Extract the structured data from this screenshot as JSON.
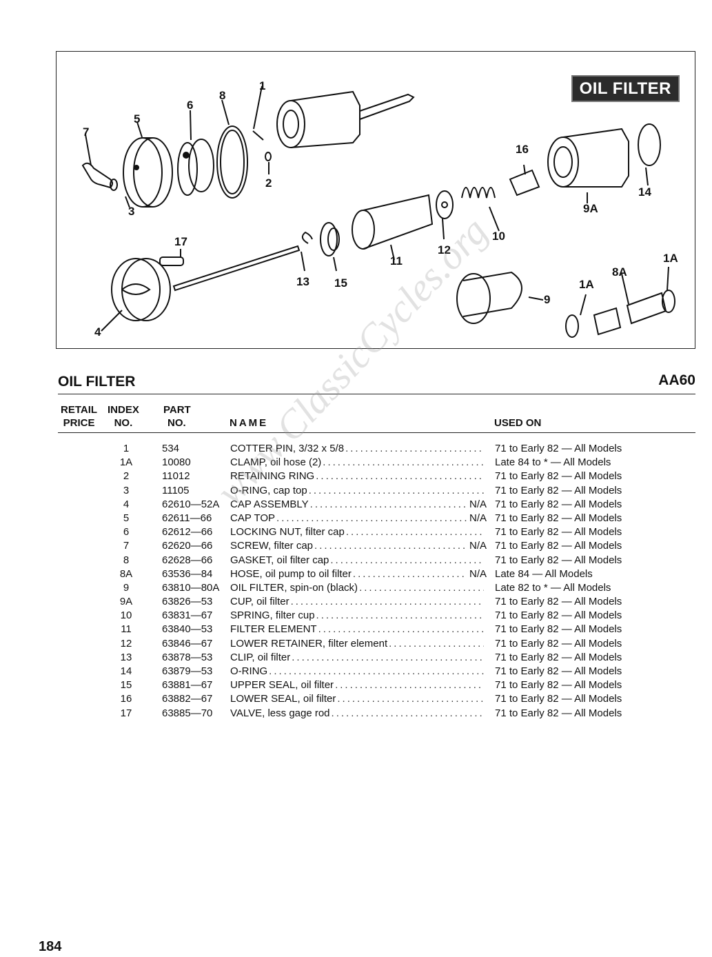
{
  "diagram": {
    "badge": "OIL FILTER",
    "callouts": [
      {
        "id": "c1",
        "text": "1"
      },
      {
        "id": "c2",
        "text": "2"
      },
      {
        "id": "c3",
        "text": "3"
      },
      {
        "id": "c4",
        "text": "4"
      },
      {
        "id": "c5",
        "text": "5"
      },
      {
        "id": "c6",
        "text": "6"
      },
      {
        "id": "c7",
        "text": "7"
      },
      {
        "id": "c8",
        "text": "8"
      },
      {
        "id": "c9",
        "text": "9"
      },
      {
        "id": "c9a",
        "text": "9A"
      },
      {
        "id": "c10",
        "text": "10"
      },
      {
        "id": "c11",
        "text": "11"
      },
      {
        "id": "c12",
        "text": "12"
      },
      {
        "id": "c13",
        "text": "13"
      },
      {
        "id": "c14",
        "text": "14"
      },
      {
        "id": "c15",
        "text": "15"
      },
      {
        "id": "c16",
        "text": "16"
      },
      {
        "id": "c17",
        "text": "17"
      },
      {
        "id": "c1a_left",
        "text": "1A"
      },
      {
        "id": "c1a_right",
        "text": "1A"
      },
      {
        "id": "c8a",
        "text": "8A"
      }
    ]
  },
  "section": {
    "title": "OIL FILTER",
    "code": "AA60"
  },
  "headers": {
    "retail": "RETAIL PRICE",
    "retail_l1": "RETAIL",
    "retail_l2": "PRICE",
    "index_l1": "INDEX",
    "index_l2": "NO.",
    "part_l1": "PART",
    "part_l2": "NO.",
    "name": "NAME",
    "used_on": "USED ON"
  },
  "parts": [
    {
      "index": "1",
      "part": "534",
      "name": "COTTER PIN, 3/32 x 5/8",
      "na": "",
      "used": "71 to Early 82 — All Models"
    },
    {
      "index": "1A",
      "part": "10080",
      "name": "CLAMP, oil hose (2)",
      "na": "",
      "used": "Late 84 to * — All Models"
    },
    {
      "index": "2",
      "part": "11012",
      "name": "RETAINING RING",
      "na": "",
      "used": "71 to Early 82 — All Models"
    },
    {
      "index": "3",
      "part": "11105",
      "name": "O-RING, cap top",
      "na": "",
      "used": "71 to Early 82 — All Models"
    },
    {
      "index": "4",
      "part": "62610—52A",
      "name": "CAP ASSEMBLY",
      "na": "N/A",
      "used": "71 to Early 82 — All Models"
    },
    {
      "index": "5",
      "part": "62611—66",
      "name": "CAP TOP",
      "na": "N/A",
      "used": "71 to Early 82 — All Models"
    },
    {
      "index": "6",
      "part": "62612—66",
      "name": "LOCKING NUT, filter cap",
      "na": "",
      "used": "71 to Early 82 — All Models"
    },
    {
      "index": "7",
      "part": "62620—66",
      "name": "SCREW, filter cap",
      "na": "N/A",
      "used": "71 to Early 82 — All Models"
    },
    {
      "index": "8",
      "part": "62628—66",
      "name": "GASKET, oil filter cap",
      "na": "",
      "used": "71 to Early 82 — All Models"
    },
    {
      "index": "8A",
      "part": "63536—84",
      "name": "HOSE, oil pump to oil filter",
      "na": "N/A",
      "used": "Late 84 — All Models"
    },
    {
      "index": "9",
      "part": "63810—80A",
      "name": "OIL FILTER, spin-on (black)",
      "na": "",
      "used": "Late 82 to * — All Models"
    },
    {
      "index": "9A",
      "part": "63826—53",
      "name": "CUP, oil filter",
      "na": "",
      "used": "71 to Early 82 — All Models"
    },
    {
      "index": "10",
      "part": "63831—67",
      "name": "SPRING, filter cup",
      "na": "",
      "used": "71 to Early 82 — All Models"
    },
    {
      "index": "11",
      "part": "63840—53",
      "name": "FILTER ELEMENT",
      "na": "",
      "used": "71 to Early 82 — All Models"
    },
    {
      "index": "12",
      "part": "63846—67",
      "name": "LOWER RETAINER, filter element",
      "na": "",
      "used": "71 to Early 82 — All Models"
    },
    {
      "index": "13",
      "part": "63878—53",
      "name": "CLIP, oil filter",
      "na": "",
      "used": "71 to Early 82 — All Models"
    },
    {
      "index": "14",
      "part": "63879—53",
      "name": "O-RING",
      "na": "",
      "used": "71 to Early 82 — All Models"
    },
    {
      "index": "15",
      "part": "63881—67",
      "name": "UPPER SEAL, oil filter",
      "na": "",
      "used": "71 to Early 82 — All Models"
    },
    {
      "index": "16",
      "part": "63882—67",
      "name": "LOWER SEAL, oil filter",
      "na": "",
      "used": "71 to Early 82 — All Models"
    },
    {
      "index": "17",
      "part": "63885—70",
      "name": "VALVE, less gage rod",
      "na": "",
      "used": "71 to Early 82 — All Models"
    }
  ],
  "watermark": "www.ClassicCycles.org",
  "page_number": "184"
}
